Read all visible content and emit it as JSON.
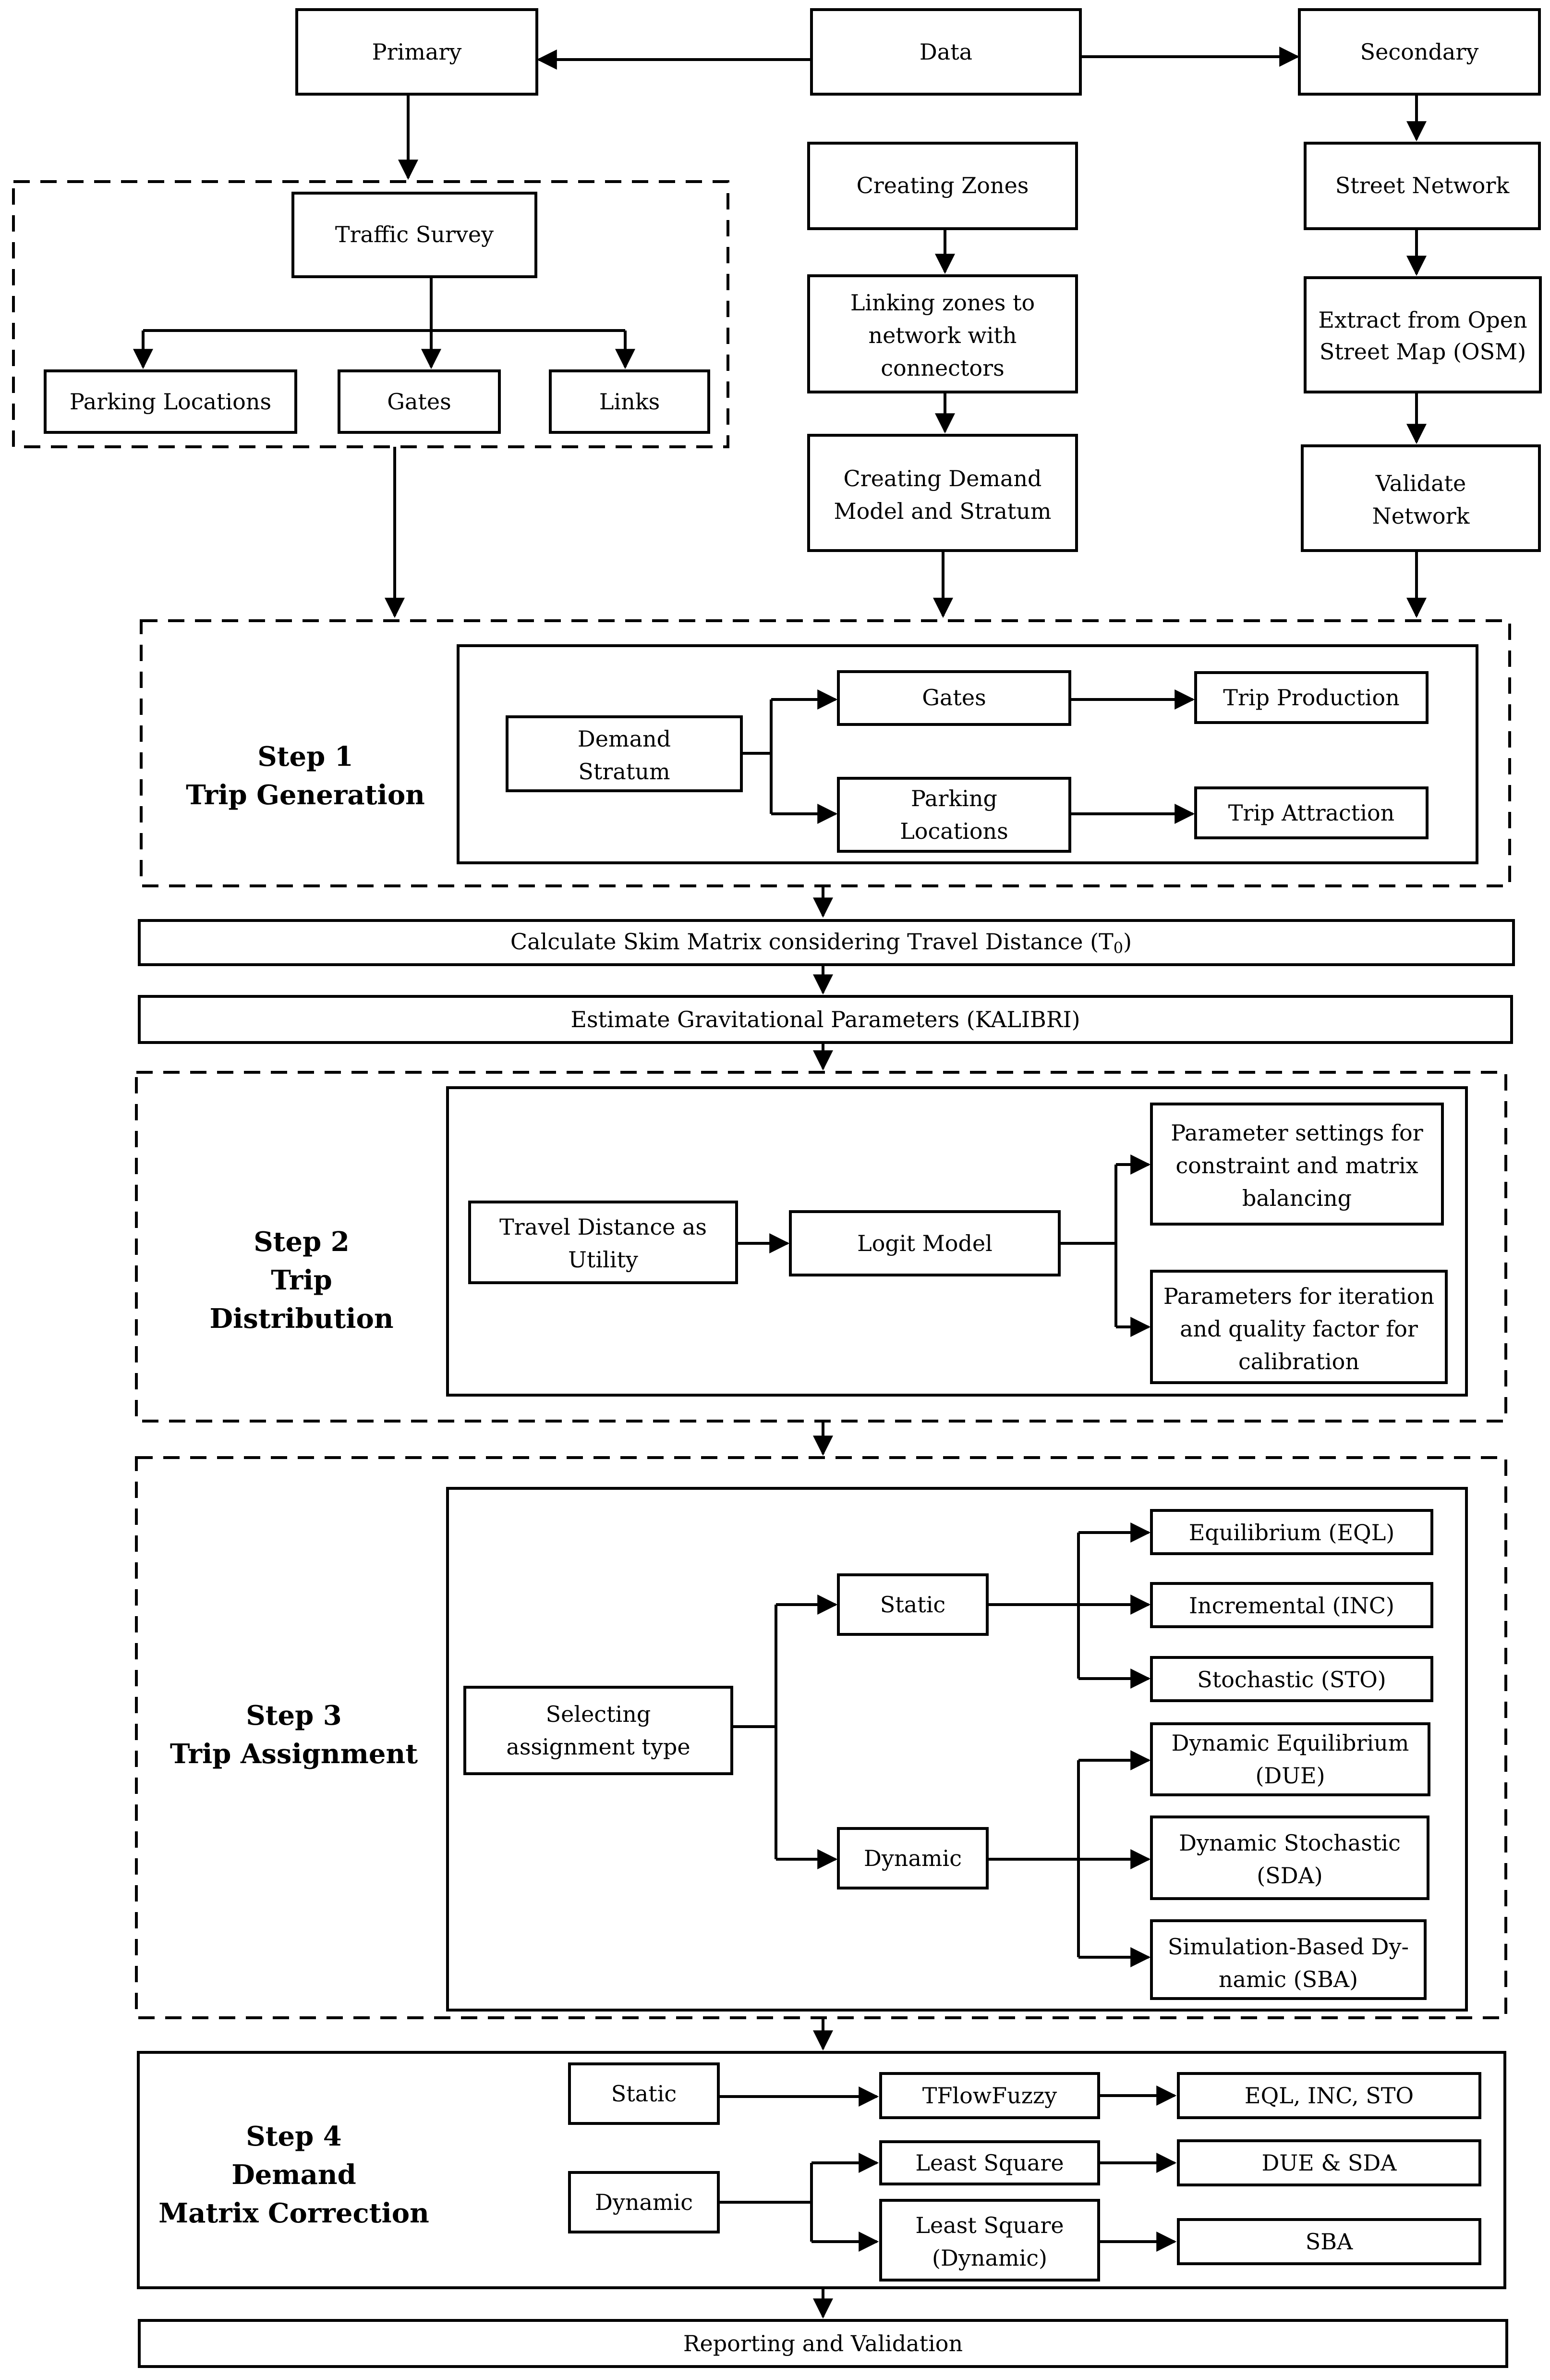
{
  "diagram": {
    "data": "Data",
    "primary": "Primary",
    "secondary": "Secondary",
    "traffic_survey": "Traffic Survey",
    "parking_locations": "Parking Locations",
    "gates": "Gates",
    "links": "Links",
    "creating_zones": "Creating Zones",
    "linking_zones": [
      "Linking zones to",
      "network with",
      "connectors"
    ],
    "creating_demand": [
      "Creating Demand",
      "Model and Stratum"
    ],
    "street_network": "Street Network",
    "extract_osm": [
      "Extract from Open",
      "Street Map (OSM)"
    ],
    "validate_network": [
      "Validate",
      "Network"
    ],
    "step1": {
      "title": [
        "Step 1",
        "Trip Generation"
      ],
      "demand_stratum": [
        "Demand",
        "Stratum"
      ],
      "gates": "Gates",
      "parking_locations": [
        "Parking",
        "Locations"
      ],
      "trip_production": "Trip Production",
      "trip_attraction": "Trip Attraction"
    },
    "skim_matrix": "Calculate Skim Matrix considering Travel Distance (T",
    "skim_subscript": "0",
    "skim_close": ")",
    "gravitational": "Estimate Gravitational Parameters (KALIBRI)",
    "step2": {
      "title": [
        "Step 2",
        "Trip",
        "Distribution"
      ],
      "travel_distance": [
        "Travel Distance as",
        "Utility"
      ],
      "logit_model": "Logit Model",
      "parameter_settings": [
        "Parameter settings for",
        "constraint and matrix",
        "balancing"
      ],
      "parameters_iteration": [
        "Parameters for iteration",
        "and quality factor for",
        "calibration"
      ]
    },
    "step3": {
      "title": [
        "Step 3",
        "Trip Assignment"
      ],
      "selecting": [
        "Selecting",
        "assignment type"
      ],
      "static": "Static",
      "dynamic": "Dynamic",
      "eql": "Equilibrium (EQL)",
      "inc": "Incremental (INC)",
      "sto": "Stochastic (STO)",
      "due": [
        "Dynamic Equilibrium",
        "(DUE)"
      ],
      "sda": [
        "Dynamic Stochastic",
        "(SDA)"
      ],
      "sba": [
        "Simulation-Based Dy-",
        "namic (SBA)"
      ]
    },
    "step4": {
      "title": [
        "Step 4",
        "Demand",
        "Matrix Correction"
      ],
      "static": "Static",
      "dynamic": "Dynamic",
      "tflowfuzzy": "TFlowFuzzy",
      "least_square": "Least Square",
      "least_square_dynamic": [
        "Least Square",
        "(Dynamic)"
      ],
      "eql_inc_sto": "EQL, INC, STO",
      "due_sda": "DUE & SDA",
      "sba": "SBA"
    },
    "reporting": "Reporting and Validation"
  }
}
